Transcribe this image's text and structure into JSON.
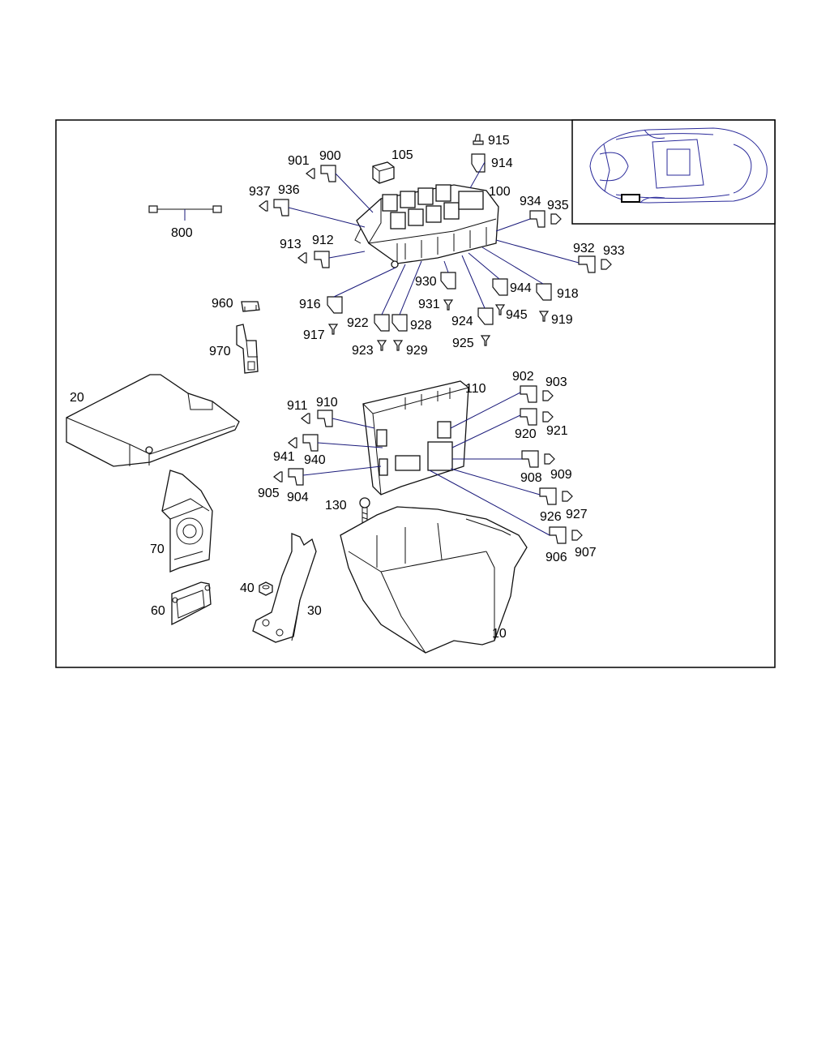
{
  "labels": {
    "l10": "10",
    "l20": "20",
    "l30": "30",
    "l40": "40",
    "l60": "60",
    "l70": "70",
    "l100": "100",
    "l105": "105",
    "l110": "110",
    "l130": "130",
    "l800": "800",
    "l900": "900",
    "l901": "901",
    "l902": "902",
    "l903": "903",
    "l904": "904",
    "l905": "905",
    "l906": "906",
    "l907": "907",
    "l908": "908",
    "l909": "909",
    "l910": "910",
    "l911": "911",
    "l912": "912",
    "l913": "913",
    "l914": "914",
    "l915": "915",
    "l916": "916",
    "l917": "917",
    "l918": "918",
    "l919": "919",
    "l920": "920",
    "l921": "921",
    "l922": "922",
    "l923": "923",
    "l924": "924",
    "l925": "925",
    "l926": "926",
    "l927": "927",
    "l928": "928",
    "l929": "929",
    "l930": "930",
    "l931": "931",
    "l932": "932",
    "l933": "933",
    "l934": "934",
    "l935": "935",
    "l936": "936",
    "l937": "937",
    "l940": "940",
    "l941": "941",
    "l944": "944",
    "l945": "945",
    "l960": "960",
    "l970": "970"
  },
  "colors": {
    "leader": "#1a1a7a",
    "line": "#111111",
    "car": "#2a2a9a"
  }
}
